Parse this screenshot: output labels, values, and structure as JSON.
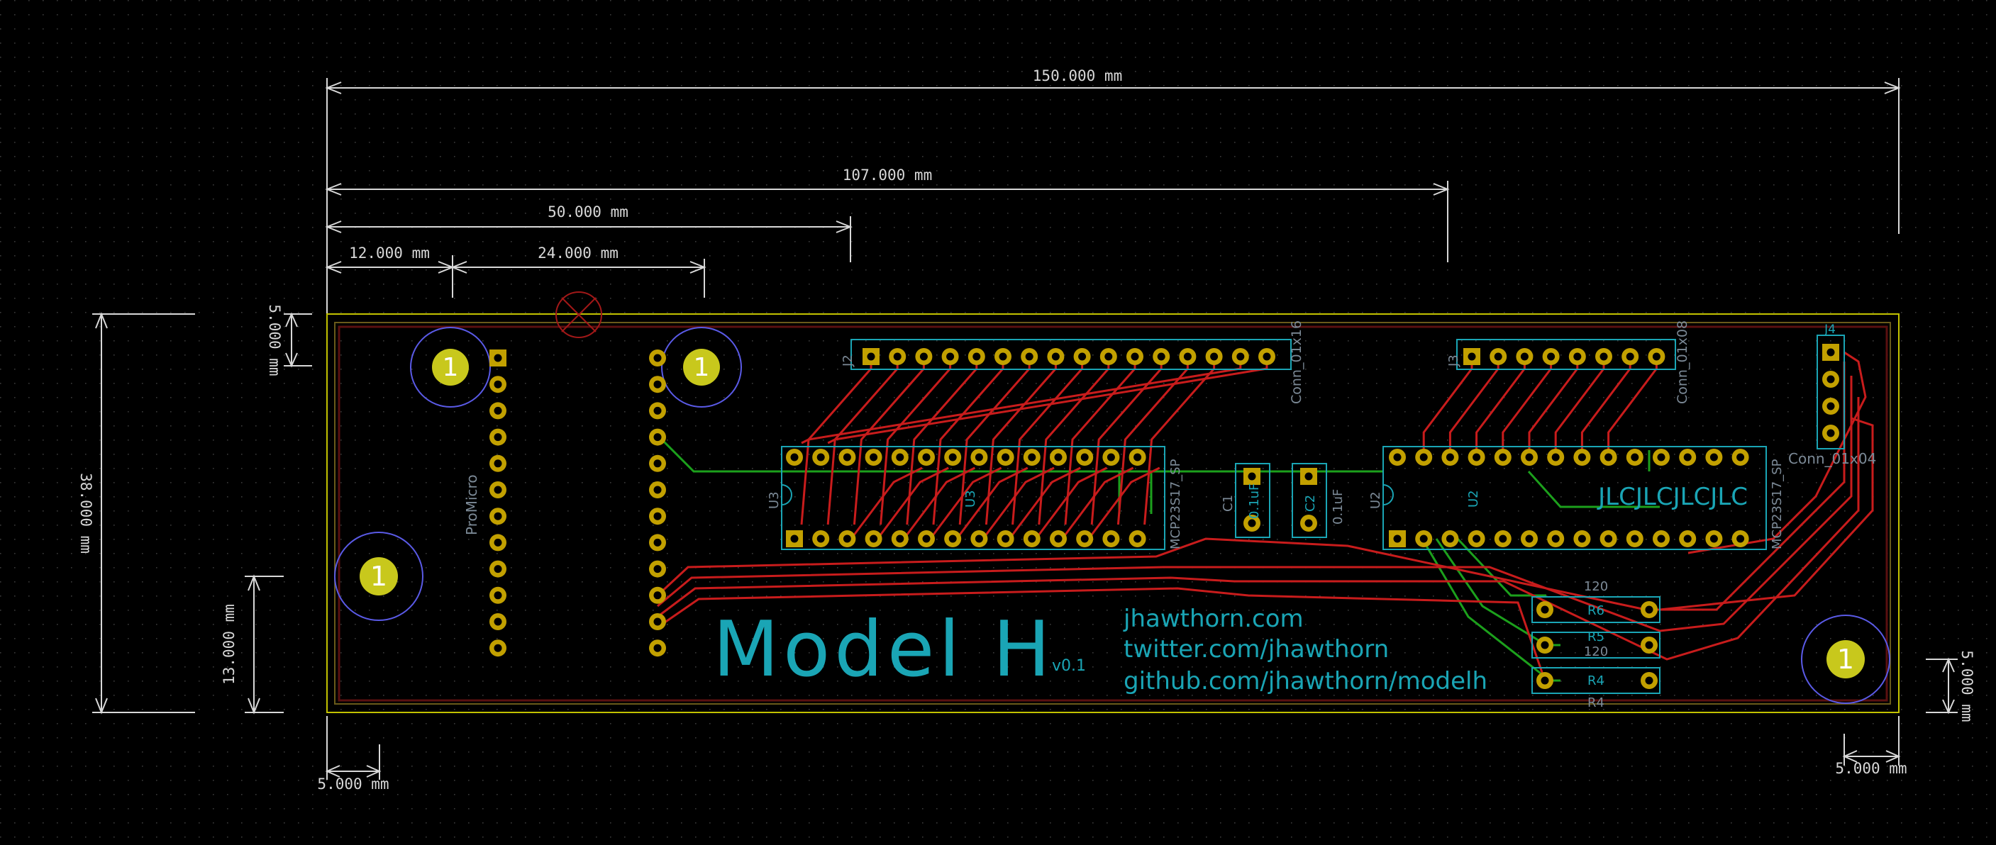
{
  "dimensions": {
    "width_150": "150.000 mm",
    "width_107": "107.000 mm",
    "width_50": "50.000 mm",
    "width_12": "12.000 mm",
    "width_24": "24.000 mm",
    "height_5_top": "5.000 mm",
    "height_38": "38.000 mm",
    "height_13": "13.000 mm",
    "width_5_bottom_left": "5.000 mm",
    "height_5_right": "5.000 mm",
    "width_5_bottom_right": "5.000 mm"
  },
  "board": {
    "title": "Model H",
    "version": "v0.1",
    "links": [
      "jhawthorn.com",
      "twitter.com/jhawthorn",
      "github.com/jhawthorn/modelh"
    ],
    "jlc_text": "JLCJLCJLCJLC",
    "mounting_hole_label": "1"
  },
  "components": {
    "promicro": "ProMicro",
    "j2_ref": "J2",
    "j2_value": "Conn_01x16",
    "j3_ref": "J3",
    "j3_value": "Conn_01x08",
    "j4_ref": "J4",
    "j4_value": "Conn_01x04",
    "u3_ref": "U3",
    "u3_value": "MCP23S17_SP",
    "u3_inner": "U3",
    "u2_ref": "U2",
    "u2_value": "MCP23S17_SP",
    "u2_inner": "U2",
    "c1_ref": "C1",
    "c1_value": "0.1uF",
    "c2_ref": "C2",
    "c2_value": "0.1uF",
    "r6_value": "120",
    "r6_ref": "R6",
    "r5_ref": "R5",
    "r5_value": "120",
    "r4_ref": "R4",
    "r4_value": "R4"
  },
  "colors": {
    "background": "#000000",
    "board_outline": "#c2c200",
    "copper_front": "#c81c1c",
    "copper_back": "#1ca01c",
    "pad": "#c2a000",
    "silkscreen": "#7c8a97",
    "fabrication": "#1aa5b5",
    "dimension": "#d8d8d8"
  }
}
